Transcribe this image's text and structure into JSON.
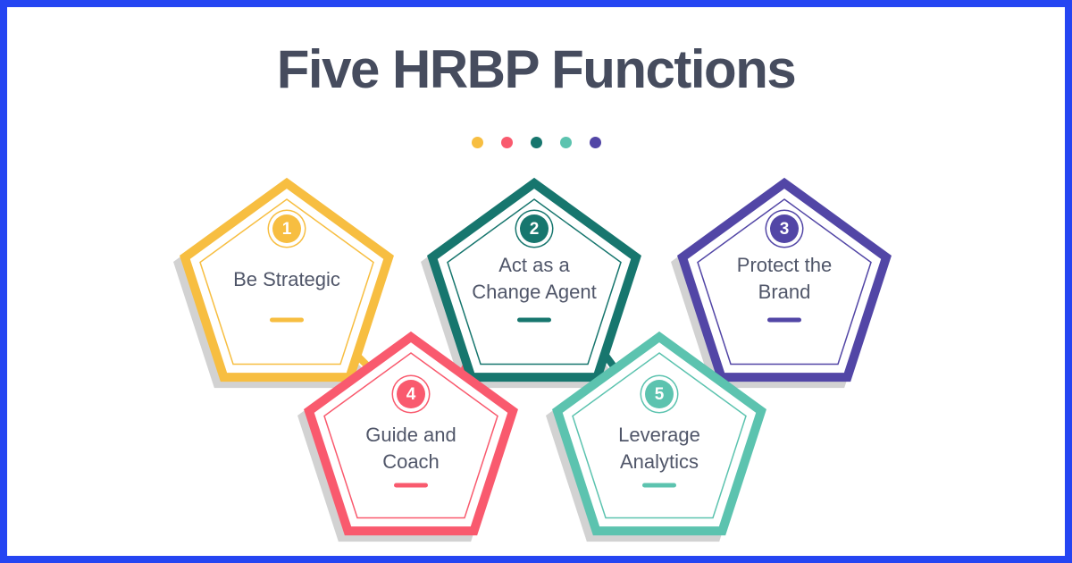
{
  "header": {
    "title": "Five HRBP Functions"
  },
  "dots": {
    "colors": [
      "#F7BE41",
      "#F95A6E",
      "#17766E",
      "#5CC3AF",
      "#5246A6"
    ]
  },
  "items": [
    {
      "number": "1",
      "label": "Be Strategic",
      "color": "#F7BE41"
    },
    {
      "number": "2",
      "label": "Act as a\nChange Agent",
      "color": "#17766E"
    },
    {
      "number": "3",
      "label": "Protect the\nBrand",
      "color": "#5246A6"
    },
    {
      "number": "4",
      "label": "Guide and\nCoach",
      "color": "#F95A6E"
    },
    {
      "number": "5",
      "label": "Leverage\nAnalytics",
      "color": "#5CC3AF"
    }
  ],
  "connections": [
    {
      "from": "1",
      "to": "4",
      "color": "#F7BE41"
    },
    {
      "from": "4",
      "to": "2",
      "color": "#F95A6E"
    },
    {
      "from": "2",
      "to": "5",
      "color": "#17766E"
    },
    {
      "from": "5",
      "to": "3",
      "color": "#5CC3AF"
    }
  ],
  "colors": {
    "frame_border": "#2545F2",
    "title_text": "#464C5E",
    "label_text": "#505669",
    "shadow": "#D2D2D2",
    "background": "#FFFFFF"
  }
}
